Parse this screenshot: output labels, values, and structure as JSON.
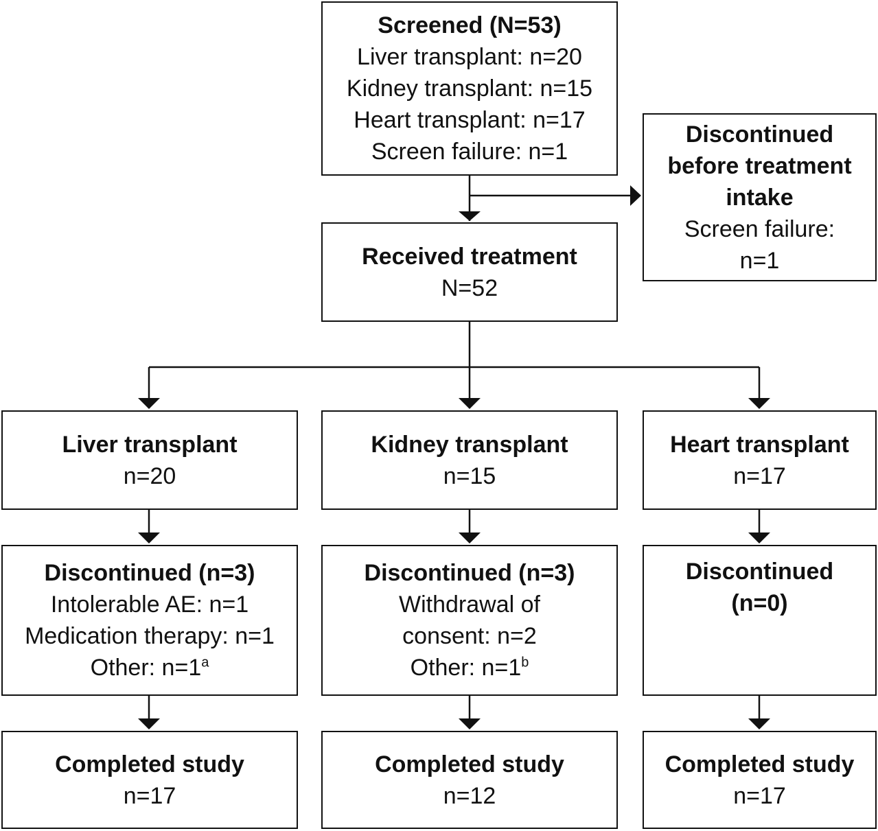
{
  "screened": {
    "title": "Screened (N=53)",
    "lines": [
      "Liver transplant: n=20",
      "Kidney transplant: n=15",
      "Heart transplant: n=17",
      "Screen failure: n=1"
    ]
  },
  "discontinued_before": {
    "title_lines": [
      "Discontinued",
      "before treatment",
      "intake"
    ],
    "lines": [
      "Screen failure:",
      "n=1"
    ]
  },
  "received": {
    "title": "Received treatment",
    "count": "N=52"
  },
  "arms": [
    {
      "title": "Liver transplant",
      "count": "n=20",
      "discontinued": {
        "title_lines": [
          "Discontinued (n=3)"
        ],
        "lines": [
          "Intolerable AE: n=1",
          "Medication therapy: n=1"
        ],
        "other_text": "Other: n=1",
        "other_footnote": "a"
      },
      "completed": {
        "title": "Completed study",
        "count": "n=17"
      }
    },
    {
      "title": "Kidney transplant",
      "count": "n=15",
      "discontinued": {
        "title_lines": [
          "Discontinued (n=3)"
        ],
        "lines": [
          "Withdrawal of",
          "consent: n=2"
        ],
        "other_text": "Other: n=1",
        "other_footnote": "b"
      },
      "completed": {
        "title": "Completed study",
        "count": "n=12"
      }
    },
    {
      "title": "Heart transplant",
      "count": "n=17",
      "discontinued": {
        "title_lines": [
          "Discontinued",
          "(n=0)"
        ],
        "lines": [],
        "other_text": "",
        "other_footnote": ""
      },
      "completed": {
        "title": "Completed study",
        "count": "n=17"
      }
    }
  ]
}
